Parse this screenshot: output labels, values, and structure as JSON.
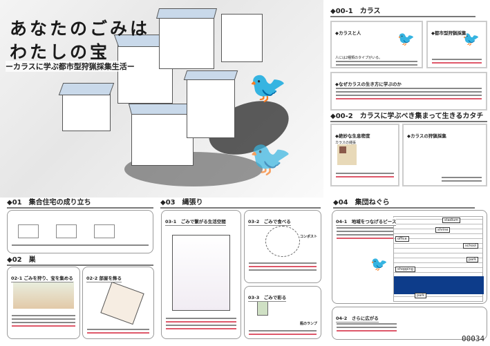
{
  "hero": {
    "title_line1": "あなたのごみは",
    "title_line2": "わたしの宝",
    "subtitle": "ーカラスに学ぶ都市型狩猟採集生活ー"
  },
  "s00_1": {
    "heading": "◆00-1　カラス",
    "box1_title": "◆カラスと人",
    "box1_text": "人には2種類のタイプがいる。",
    "box2_title": "◆都市型狩猟採集",
    "box3_title": "◆なぜカラスの生き方に学ぶのか"
  },
  "s00_2": {
    "heading": "◆00-2　カラスに学ぶべき集まって生きるカタチ",
    "box1_title": "◆絶妙な生息密度",
    "box1_sub": "カラスの縄張",
    "box2_title": "◆カラスの狩猟採集"
  },
  "s01": {
    "heading": "◆01　集合住宅の成り立ち"
  },
  "s02": {
    "heading": "◆02　巣",
    "box1_title": "02-1 ごみを狩り、宝を集める",
    "box2_title": "02-2 部屋を飾る"
  },
  "s03": {
    "heading": "◆03　縄張り",
    "box1_title": "03-1　ごみで繋がる生活空間",
    "box2_title": "03-2　ごみで食べる",
    "box3_title": "03-3　ごみで彩る",
    "labels": [
      "コンポスト",
      "瓶のランプ"
    ]
  },
  "s04": {
    "heading": "◆04　集団ねぐら",
    "box1_title": "04-1　地域をつなげるピース",
    "box2_title": "04-2　さらに広がる",
    "map_tags": [
      "stadium",
      "shrine",
      "office",
      "school",
      "park",
      "shopping",
      "park"
    ]
  },
  "entry_number": "00034",
  "colors": {
    "accent": "#d0102a",
    "river": "#0d3c8a",
    "roof": "#c9d9ea"
  }
}
